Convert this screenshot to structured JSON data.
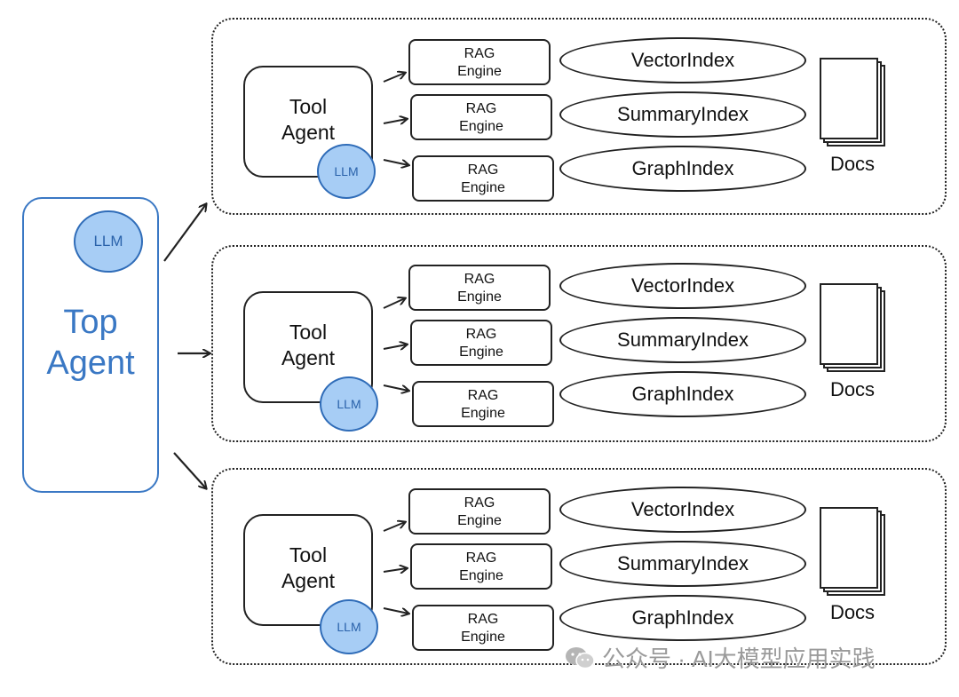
{
  "top_agent": {
    "label": "Top Agent",
    "llm_label": "LLM"
  },
  "groups": [
    {
      "tool_agent_label": "Tool Agent",
      "llm_label": "LLM",
      "engines": [
        {
          "rag_label": "RAG Engine",
          "index_label": "VectorIndex"
        },
        {
          "rag_label": "RAG Engine",
          "index_label": "SummaryIndex"
        },
        {
          "rag_label": "RAG Engine",
          "index_label": "GraphIndex"
        }
      ],
      "docs_label": "Docs"
    },
    {
      "tool_agent_label": "Tool Agent",
      "llm_label": "LLM",
      "engines": [
        {
          "rag_label": "RAG Engine",
          "index_label": "VectorIndex"
        },
        {
          "rag_label": "RAG Engine",
          "index_label": "SummaryIndex"
        },
        {
          "rag_label": "RAG Engine",
          "index_label": "GraphIndex"
        }
      ],
      "docs_label": "Docs"
    },
    {
      "tool_agent_label": "Tool Agent",
      "llm_label": "LLM",
      "engines": [
        {
          "rag_label": "RAG Engine",
          "index_label": "VectorIndex"
        },
        {
          "rag_label": "RAG Engine",
          "index_label": "SummaryIndex"
        },
        {
          "rag_label": "RAG Engine",
          "index_label": "GraphIndex"
        }
      ],
      "docs_label": "Docs"
    }
  ],
  "watermark": {
    "text": "公众号 · AI大模型应用实践",
    "icon": "wechat-icon"
  },
  "colors": {
    "accent": "#3a78c4",
    "llm_fill": "#a7cdf5",
    "stroke": "#222222"
  }
}
